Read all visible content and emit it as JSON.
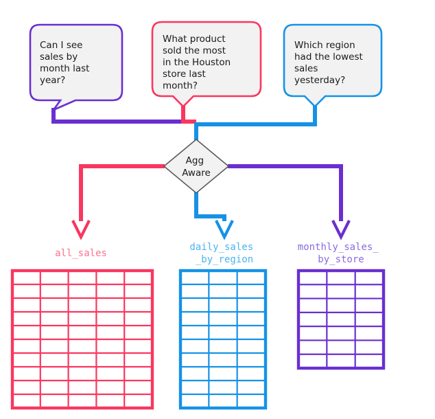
{
  "diagram": {
    "title": "Agg Aware query routing diagram",
    "colors": {
      "pink": "#f9375f",
      "pink_label": "#fb7290",
      "blue": "#1592e6",
      "blue_label": "#4bb3f0",
      "purple": "#6a2fd0",
      "purple_label": "#8a6be0",
      "node_fill": "#f2f2f2",
      "node_stroke": "#5a5a5a",
      "text": "#1a1a1a"
    },
    "questions": [
      {
        "id": "question-month-sales",
        "color": "#6a2fd0",
        "lines": [
          "Can I see",
          "sales by",
          "month last",
          "year?"
        ]
      },
      {
        "id": "question-houston-product",
        "color": "#f9375f",
        "lines": [
          "What product",
          "sold the most",
          "in the Houston",
          "store last",
          "month?"
        ]
      },
      {
        "id": "question-region-sales",
        "color": "#1592e6",
        "lines": [
          "Which region",
          "had the lowest",
          "sales",
          "yesterday?"
        ]
      }
    ],
    "decision_node": {
      "id": "agg-aware-node",
      "lines": [
        "Agg",
        "Aware"
      ]
    },
    "tables": [
      {
        "id": "table-all-sales",
        "label_lines": [
          "all_sales"
        ],
        "color": "#f9375f",
        "label_color": "#fb7290",
        "columns": 5,
        "rows": 10
      },
      {
        "id": "table-daily-sales-by-region",
        "label_lines": [
          "daily_sales",
          "_by_region"
        ],
        "color": "#1592e6",
        "label_color": "#4bb3f0",
        "columns": 3,
        "rows": 10
      },
      {
        "id": "table-monthly-sales-by-store",
        "label_lines": [
          "monthly_sales_",
          "by_store"
        ],
        "color": "#6a2fd0",
        "label_color": "#8a6be0",
        "columns": 3,
        "rows": 7
      }
    ]
  }
}
